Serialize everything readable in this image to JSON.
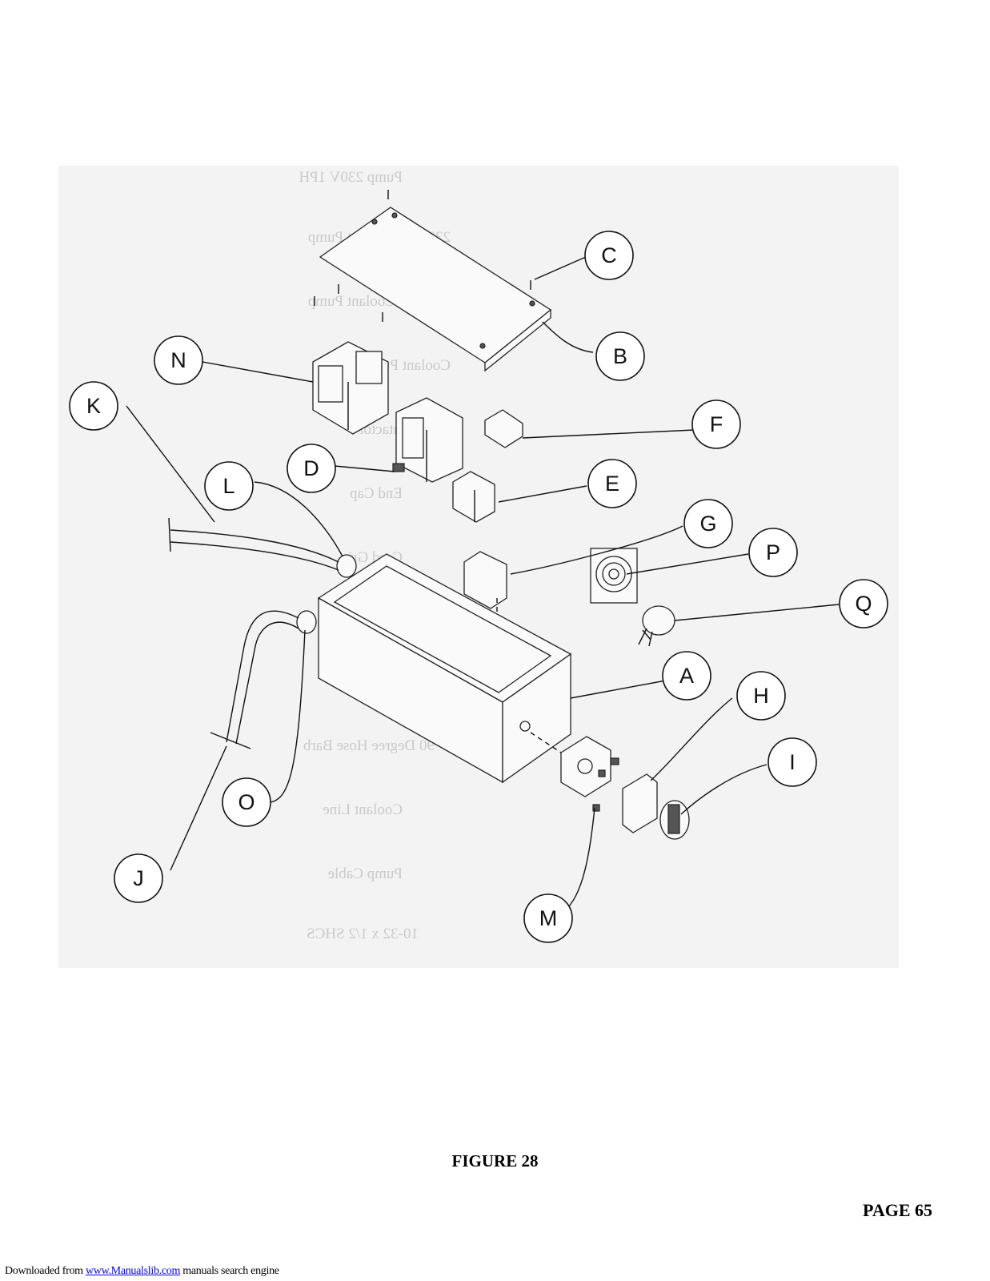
{
  "figure": {
    "caption": "FIGURE 28",
    "callouts": [
      {
        "id": "C",
        "letter": "C"
      },
      {
        "id": "B",
        "letter": "B"
      },
      {
        "id": "N",
        "letter": "N"
      },
      {
        "id": "K",
        "letter": "K"
      },
      {
        "id": "F",
        "letter": "F"
      },
      {
        "id": "D",
        "letter": "D"
      },
      {
        "id": "L",
        "letter": "L"
      },
      {
        "id": "E",
        "letter": "E"
      },
      {
        "id": "G",
        "letter": "G"
      },
      {
        "id": "P",
        "letter": "P"
      },
      {
        "id": "Q",
        "letter": "Q"
      },
      {
        "id": "A",
        "letter": "A"
      },
      {
        "id": "H",
        "letter": "H"
      },
      {
        "id": "I",
        "letter": "I"
      },
      {
        "id": "O",
        "letter": "O"
      },
      {
        "id": "J",
        "letter": "J"
      },
      {
        "id": "M",
        "letter": "M"
      }
    ]
  },
  "page": {
    "number_label": "PAGE 65"
  },
  "footer": {
    "prefix": "Downloaded from ",
    "link_text": "www.Manualslib.com",
    "suffix": " manuals search engine"
  }
}
